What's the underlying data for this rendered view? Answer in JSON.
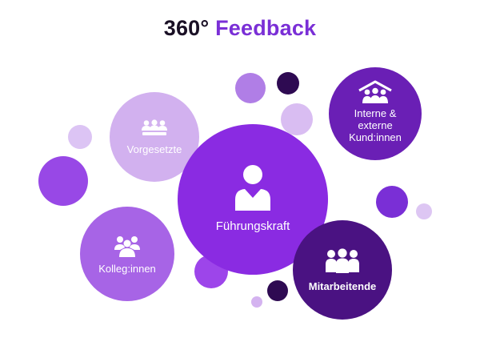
{
  "title": {
    "part1": "360°",
    "part2": "Feedback"
  },
  "nodes": {
    "vorgesetzte": "Vorgesetzte",
    "kunden": "Interne & externe Kund:innen",
    "fuehrungskraft": "Führungskraft",
    "kolleginnen": "Kolleg:innen",
    "mitarbeitende": "Mitarbeitende"
  },
  "colors": {
    "light": "#d7b8f0",
    "medium": "#a764e6",
    "primary": "#8a2be2",
    "bright": "#9d3df0",
    "deep": "#6a1fb5",
    "dark": "#4a1282",
    "darkest": "#2e0a52",
    "title_accent": "#7a2fd6"
  },
  "icons": {
    "vorgesetzte": "group-icon",
    "kunden": "house-group-icon",
    "fuehrungskraft": "person-icon",
    "kolleginnen": "group-icon",
    "mitarbeitende": "team-icon"
  }
}
